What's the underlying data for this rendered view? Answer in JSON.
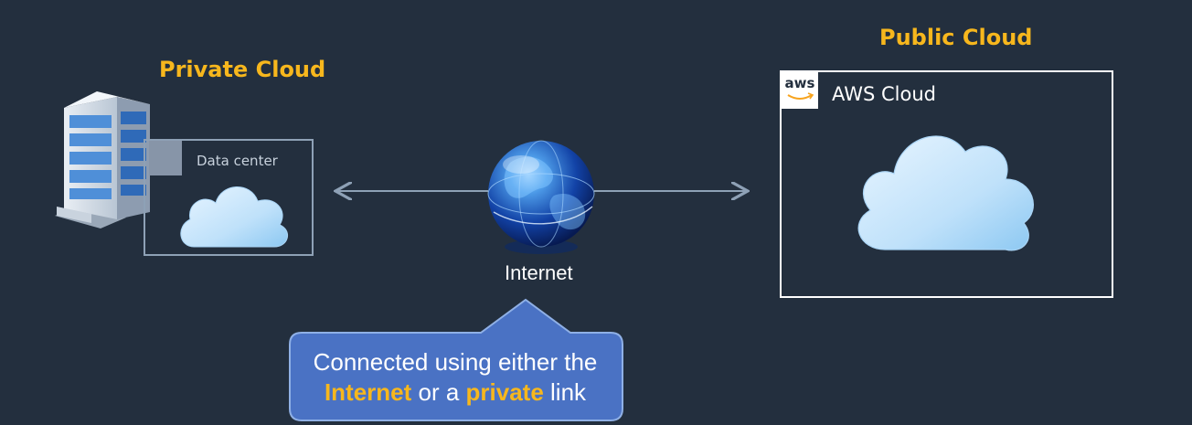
{
  "private_cloud": {
    "title": "Private Cloud",
    "datacenter_label": "Data center",
    "icons": [
      "office-building-icon",
      "building-icon",
      "cloud-icon"
    ]
  },
  "public_cloud": {
    "title": "Public Cloud",
    "aws_logo": "aws",
    "group_label": "AWS Cloud",
    "icons": [
      "aws-logo-icon",
      "cloud-icon"
    ]
  },
  "internet": {
    "label": "Internet",
    "icon": "globe-icon"
  },
  "callout": {
    "line1": "Connected using either the",
    "highlight1": "Internet",
    "middle": " or a ",
    "highlight2": "private",
    "end": " link"
  },
  "colors": {
    "background": "#232f3e",
    "heading": "#f7b71d",
    "callout_fill": "#4a72c4",
    "callout_border": "#8fb0e6",
    "connector": "#8ea1b6",
    "cloud": "#bfe1fa"
  }
}
